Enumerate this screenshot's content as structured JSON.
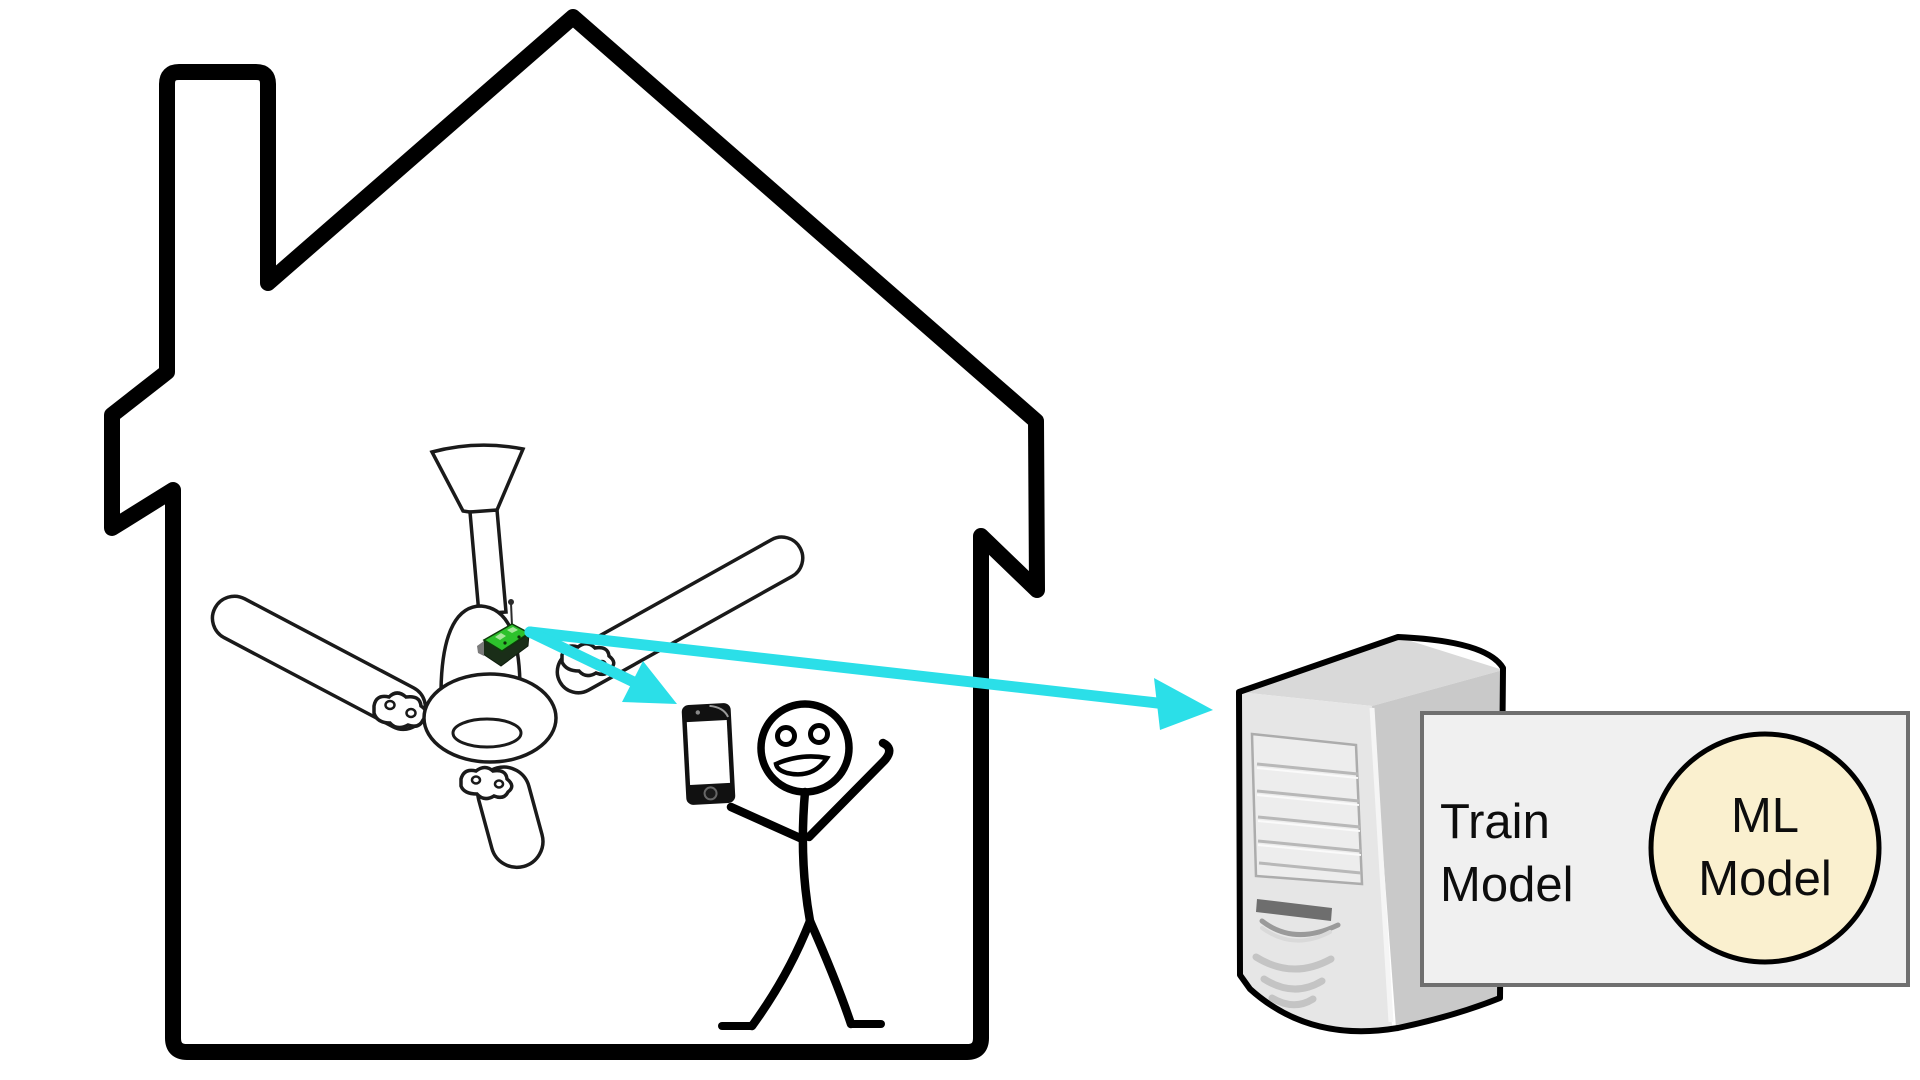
{
  "diagram": {
    "labels": {
      "train_box": {
        "line1": "Train",
        "line2": "Model"
      },
      "ml_circle": {
        "line1": "ML",
        "line2": "Model"
      }
    },
    "colors": {
      "background": "#FFFFFF",
      "outline": "#000000",
      "signal_arrow": "#2BDFE8",
      "sensor_green_top": "#2DC22C",
      "sensor_dark_body": "#1A2E18",
      "sensor_light_chip": "#A6E79B",
      "server_front": "#E6E6E6",
      "server_side": "#C9C9C9",
      "server_top": "#D9D9D9",
      "train_box_fill": "#F0F0F0",
      "train_box_border": "#6F6F6F",
      "ml_circle_fill": "#FAF0CF"
    },
    "icons": [
      "house-icon",
      "chimney-icon",
      "ceiling-fan-icon",
      "wireless-sensor-icon",
      "antenna-icon",
      "signal-arrow-to-server-icon",
      "signal-arrow-to-phone-icon",
      "smartphone-icon",
      "person-icon",
      "server-tower-icon",
      "ml-model-circle"
    ]
  }
}
